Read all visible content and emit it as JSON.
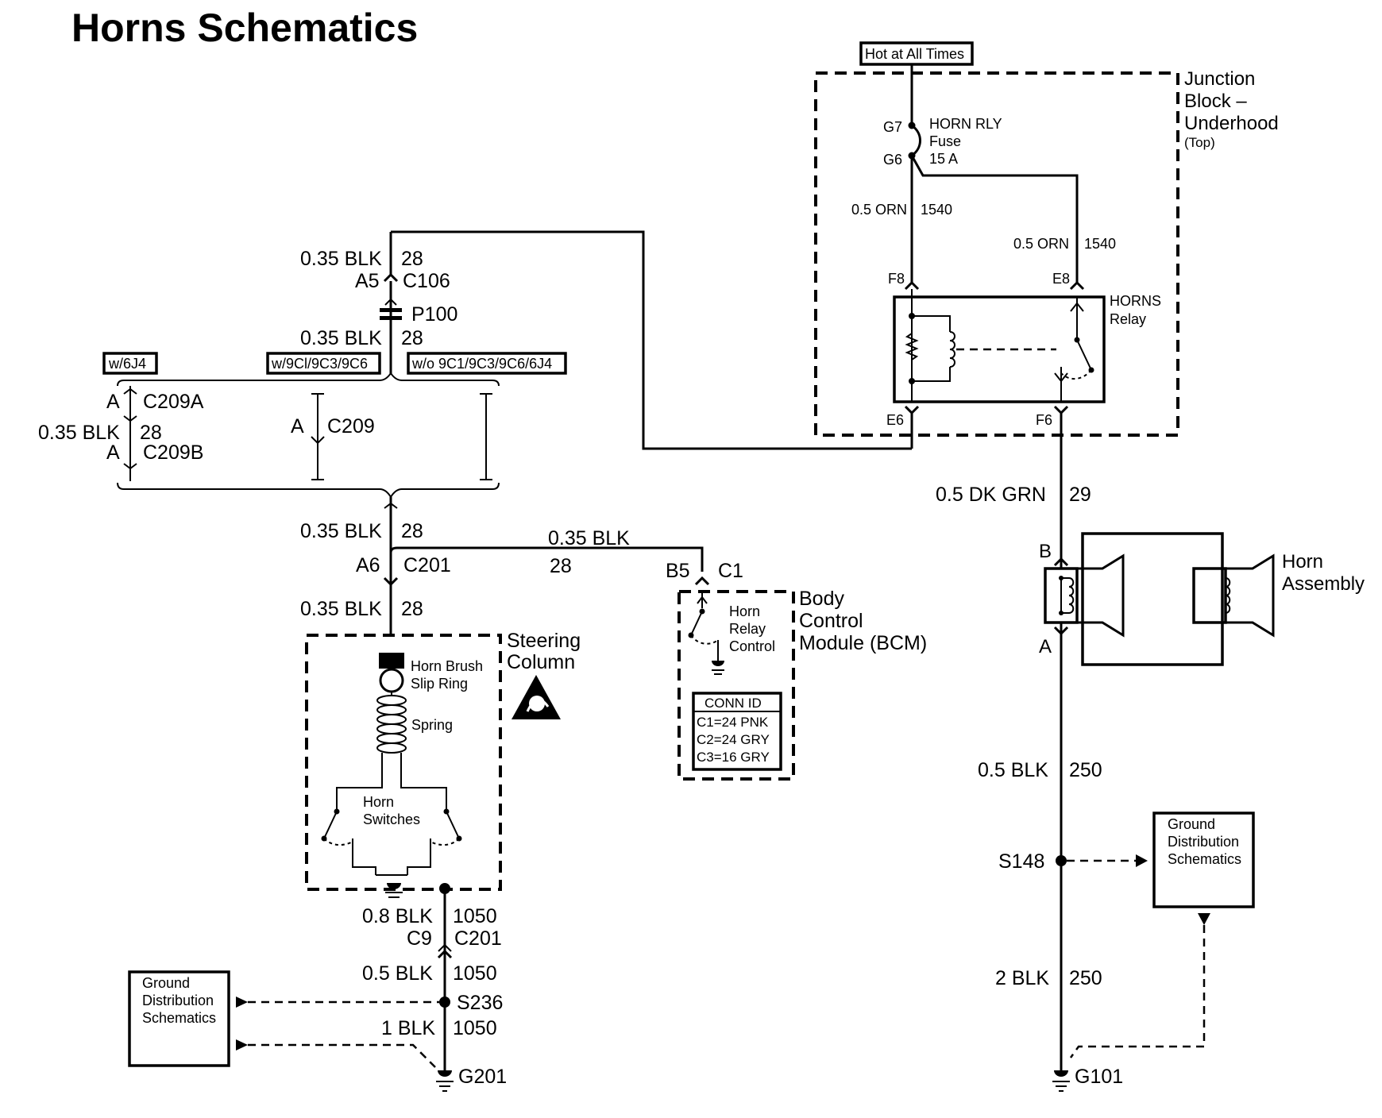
{
  "title": "Horns Schematics",
  "hot_label": "Hot at All Times",
  "junction_block": {
    "l1": "Junction",
    "l2": "Block –",
    "l3": "Underhood",
    "l4": "(Top)"
  },
  "fuse": {
    "l1": "HORN RLY",
    "l2": "Fuse",
    "l3": "15 A",
    "pin_in": "G7",
    "pin_out": "G6"
  },
  "wire_1540a": {
    "gauge": "0.5 ORN",
    "circuit": "1540"
  },
  "wire_1540b": {
    "gauge": "0.5 ORN",
    "circuit": "1540"
  },
  "relay": {
    "l1": "HORNS",
    "l2": "Relay",
    "pin_f8": "F8",
    "pin_e8": "E8",
    "pin_e6": "E6",
    "pin_f6": "F6"
  },
  "wire_29": {
    "gauge": "0.5 DK GRN",
    "circuit": "29"
  },
  "horn_assembly": {
    "l1": "Horn",
    "l2": "Assembly",
    "pin_b": "B",
    "pin_a": "A"
  },
  "wire_250a": {
    "gauge": "0.5 BLK",
    "circuit": "250"
  },
  "splice_s148": "S148",
  "wire_250b": {
    "gauge": "2 BLK",
    "circuit": "250"
  },
  "ground_g101": "G101",
  "gds_right": {
    "l1": "Ground",
    "l2": "Distribution",
    "l3": "Schematics"
  },
  "wire_28_top": {
    "gauge": "0.35 BLK",
    "circuit": "28",
    "pin": "A5",
    "connector": "C106"
  },
  "p100": "P100",
  "wire_28_p100": {
    "gauge": "0.35 BLK",
    "circuit": "28"
  },
  "options": {
    "opt1": "w/6J4",
    "opt2": "w/9Cl/9C3/9C6",
    "opt3": "w/o 9C1/9C3/9C6/6J4"
  },
  "c209a": {
    "pin": "A",
    "name": "C209A"
  },
  "wire_28_c209": {
    "gauge": "0.35 BLK",
    "circuit": "28"
  },
  "c209b": {
    "pin": "A",
    "name": "C209B"
  },
  "c209": {
    "pin": "A",
    "name": "C209"
  },
  "wire_28_mid": {
    "gauge": "0.35 BLK",
    "circuit": "28"
  },
  "c201_top": {
    "pin": "A6",
    "name": "C201"
  },
  "wire_28_bcm": {
    "gauge": "0.35 BLK",
    "circuit": "28"
  },
  "bcm_conn": {
    "pin": "B5",
    "name": "C1"
  },
  "bcm": {
    "l1": "Body",
    "l2": "Control",
    "l3": "Module (BCM)"
  },
  "horn_relay_control": {
    "l1": "Horn",
    "l2": "Relay",
    "l3": "Control"
  },
  "conn_id": {
    "header": "CONN ID",
    "c1": "C1=24 PNK",
    "c2": "C2=24 GRY",
    "c3": "C3=16 GRY"
  },
  "wire_28_low": {
    "gauge": "0.35 BLK",
    "circuit": "28"
  },
  "steering_column": {
    "l1": "Steering",
    "l2": "Column"
  },
  "horn_brush": {
    "l1": "Horn Brush",
    "l2": "Slip Ring"
  },
  "spring": "Spring",
  "horn_switches": {
    "l1": "Horn",
    "l2": "Switches"
  },
  "wire_1050a": {
    "gauge": "0.8 BLK",
    "circuit": "1050"
  },
  "c201_bottom": {
    "pin": "C9",
    "name": "C201"
  },
  "wire_1050b": {
    "gauge": "0.5 BLK",
    "circuit": "1050"
  },
  "splice_s236": "S236",
  "wire_1050c": {
    "gauge": "1 BLK",
    "circuit": "1050"
  },
  "ground_g201": "G201",
  "gds_left": {
    "l1": "Ground",
    "l2": "Distribution",
    "l3": "Schematics"
  }
}
